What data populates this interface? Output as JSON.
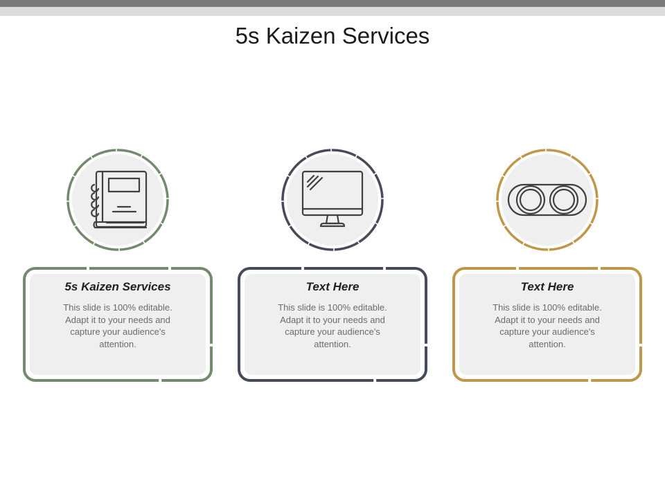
{
  "slide": {
    "title": "5s Kaizen Services"
  },
  "colors": {
    "green": "#738a6e",
    "navy": "#464b5a",
    "gold": "#c0964a",
    "fill": "#efefef"
  },
  "items": [
    {
      "heading": "5s Kaizen Services",
      "body": "This slide is 100% editable. Adapt it to your needs and capture your audience's attention.",
      "icon": "notebook-icon",
      "color": "#738a6e"
    },
    {
      "heading": "Text Here",
      "body": "This slide is 100% editable. Adapt it to your needs and capture your audience's attention.",
      "icon": "monitor-icon",
      "color": "#464b5a"
    },
    {
      "heading": "Text Here",
      "body": "This slide is 100% editable. Adapt it to your needs and capture your audience's attention.",
      "icon": "binoculars-icon",
      "color": "#c0964a"
    }
  ]
}
